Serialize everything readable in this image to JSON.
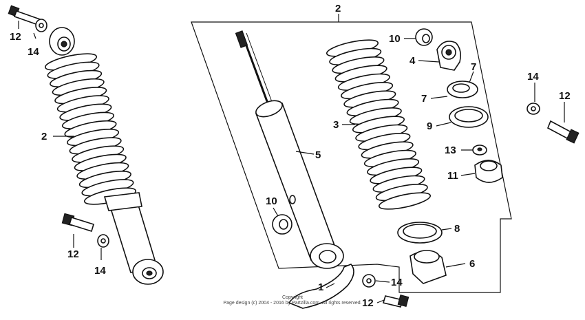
{
  "callouts": {
    "left_12": "12",
    "left_14": "14",
    "left_2": "2",
    "left_12b": "12",
    "left_14b": "14",
    "top_2": "2",
    "c10a": "10",
    "c4": "4",
    "c7a": "7",
    "c7b": "7",
    "c9": "9",
    "c3": "3",
    "c5": "5",
    "c13": "13",
    "c11": "11",
    "c10b": "10",
    "c8": "8",
    "c6": "6",
    "c1": "1",
    "c14a": "14",
    "c12a": "12",
    "r14": "14",
    "r12": "12"
  },
  "footer": {
    "line1": "Copyright",
    "line2": "Page design (c) 2004 - 2016 by Partzilla.com. All rights reserved."
  }
}
